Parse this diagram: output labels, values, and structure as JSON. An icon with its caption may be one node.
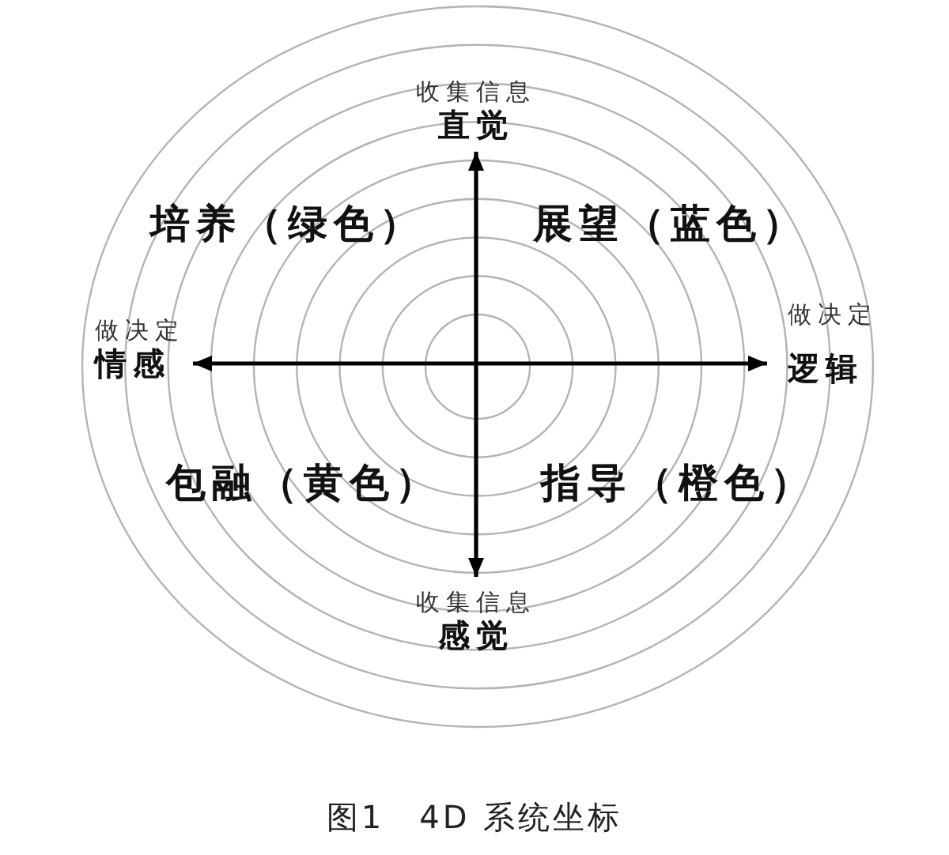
{
  "diagram": {
    "caption": "图1　4D 系统坐标",
    "nodes": [
      {
        "text": [
          "收集信息",
          "直觉"
        ]
      },
      {
        "text": [
          "做决定",
          "情感"
        ]
      },
      {
        "text": [
          "做决定",
          "逻辑"
        ]
      },
      {
        "text": [
          "收集信息",
          "感觉"
        ]
      }
    ],
    "edges": [
      {
        "from": 0,
        "to": 3,
        "arrow": "both"
      },
      {
        "from": 1,
        "to": 2,
        "arrow": "both"
      }
    ],
    "labels": [
      "培养（绿色）",
      "展望（蓝色）",
      "包融（黄色）",
      "指导（橙色）"
    ]
  }
}
